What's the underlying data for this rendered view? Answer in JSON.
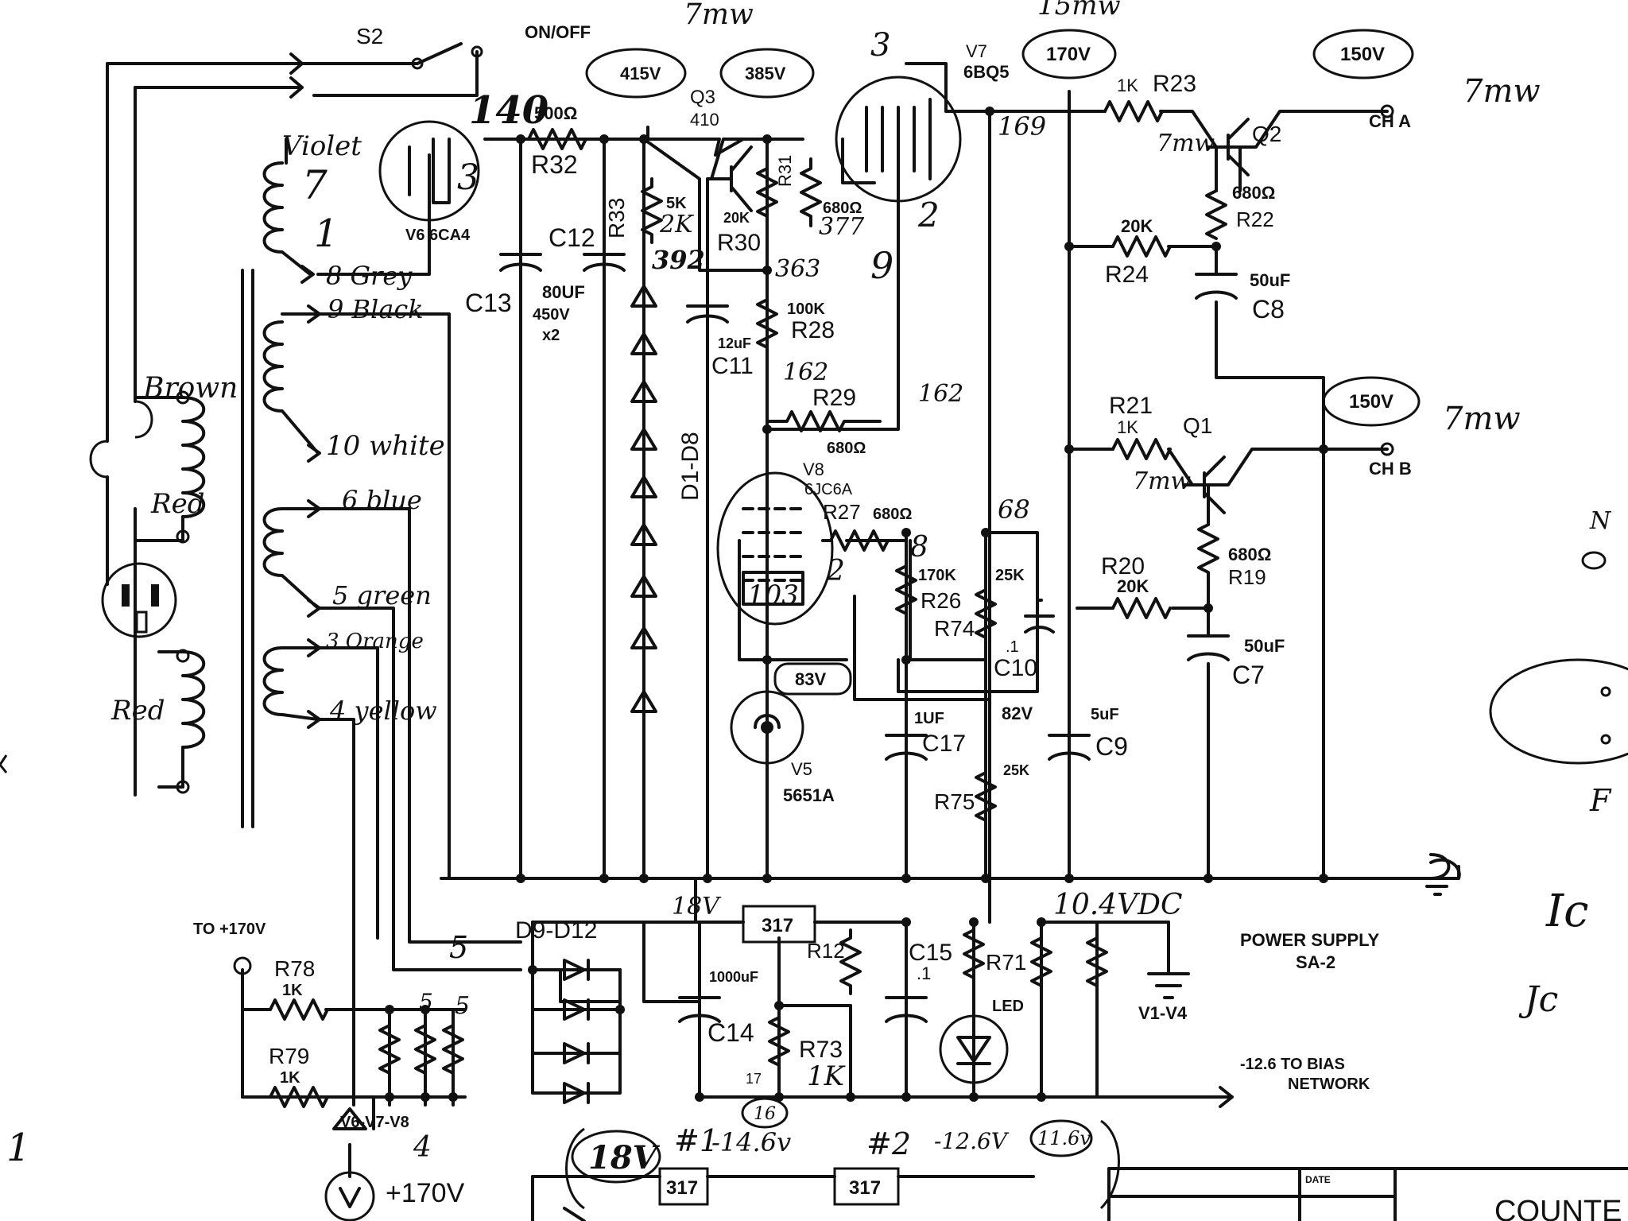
{
  "title_block": {
    "title": "COUNTE",
    "field_1": "",
    "field_2": "DATE"
  },
  "notes": {
    "power_supply": [
      "POWER SUPPLY",
      "SA-2"
    ],
    "to_170v": "TO +170V",
    "bias_network": [
      "-12.6 TO BIAS",
      "NETWORK"
    ],
    "v1_v4": "V1-V4",
    "v6_v8": "V6-V7-V8",
    "plus_170v": "+170V",
    "dc_10_4": "10.4VDC",
    "on_off": "ON/OFF",
    "ch_a": "CH A",
    "ch_b": "CH B"
  },
  "switch": {
    "label": "S2"
  },
  "voltage_bubbles": [
    {
      "id": "v415",
      "text": "415V"
    },
    {
      "id": "v385",
      "text": "385V"
    },
    {
      "id": "v170",
      "text": "170V"
    },
    {
      "id": "v150a",
      "text": "150V"
    },
    {
      "id": "v150b",
      "text": "150V"
    },
    {
      "id": "v83",
      "text": "83V"
    },
    {
      "id": "v18",
      "text": "18V"
    },
    {
      "id": "v11_6",
      "text": "11.6v"
    },
    {
      "id": "v16",
      "text": "16"
    }
  ],
  "tubes": {
    "v6": {
      "label": "V6 6CA4",
      "pin": "3"
    },
    "v7": {
      "label": "V7",
      "type": "6BQ5",
      "pin": "3"
    },
    "v8": {
      "label": "V8",
      "type": "6JC6A"
    },
    "v5": {
      "label": "V5",
      "type": "5651A"
    }
  },
  "transistors": {
    "q3": {
      "label": "Q3",
      "type": "410"
    },
    "q2": {
      "label": "Q2"
    },
    "q1": {
      "label": "Q1"
    }
  },
  "resistors": {
    "r32": {
      "label": "R32",
      "value": "500Ω"
    },
    "r33": {
      "label": "R33",
      "value": "5K"
    },
    "r30": {
      "label": "R30",
      "value": "20K"
    },
    "r31": {
      "label": "R31",
      "value": "680Ω"
    },
    "r28": {
      "label": "R28",
      "value": "100K"
    },
    "r29": {
      "label": "R29",
      "value": "680Ω"
    },
    "r27": {
      "label": "R27",
      "value": "680Ω"
    },
    "r26": {
      "label": "R26",
      "value": "170K"
    },
    "r74": {
      "label": "R74",
      "value": "25K"
    },
    "r75": {
      "label": "R75",
      "value": "25K"
    },
    "r23": {
      "label": "R23",
      "value": "1K"
    },
    "r22": {
      "label": "R22",
      "value": "680Ω"
    },
    "r24": {
      "label": "R24",
      "value": "20K"
    },
    "r21": {
      "label": "R21",
      "value": "1K"
    },
    "r20": {
      "label": "R20",
      "value": "20K"
    },
    "r19": {
      "label": "R19",
      "value": "680Ω"
    },
    "r78": {
      "label": "R78",
      "value": "1K"
    },
    "r79": {
      "label": "R79",
      "value": "1K"
    },
    "r12": {
      "label": "R12"
    },
    "r73": {
      "label": "R73",
      "value": "1K"
    },
    "r71": {
      "label": "R71"
    }
  },
  "capacitors": {
    "c13": {
      "label": "C13"
    },
    "c12": {
      "label": "C12",
      "value": "80UF",
      "rating": "450V",
      "count": "x2"
    },
    "c11": {
      "label": "C11",
      "value": "12uF"
    },
    "c8": {
      "label": "C8",
      "value": "50uF"
    },
    "c7": {
      "label": "C7",
      "value": "50uF"
    },
    "c10": {
      "label": "C10",
      "value": ".1"
    },
    "c17": {
      "label": "C17",
      "value": "1UF"
    },
    "c9": {
      "label": "C9",
      "value": "5uF"
    },
    "c14": {
      "label": "C14",
      "value": "1000uF"
    },
    "c15": {
      "label": "C15",
      "value": ".1"
    }
  },
  "diodes": {
    "d1_d8": "D1-D8",
    "d9_d12": "D9-D12",
    "led": "LED"
  },
  "regulators": {
    "u1": "317",
    "u2": "317",
    "u3": "317"
  },
  "node_voltages": {
    "n162a": "162",
    "n162b": "162",
    "n363": "363",
    "n169": "169",
    "n82v": "82V",
    "n18v": "18V",
    "n17": "17"
  },
  "handwriting": {
    "violet": "Violet",
    "brown": "Brown",
    "red1": "Red",
    "red2": "Red",
    "pin7": "7",
    "pin1": "1",
    "num140": "140",
    "grey": "8 Grey",
    "black": "9 Black",
    "white": "10 white",
    "blue": "6 blue",
    "green": "5 green",
    "orange": "3 Orange",
    "yellow": "4 yellow",
    "p2a": "2",
    "p9": "9",
    "p8": "8",
    "p2b": "2",
    "p103": "103",
    "p392": "392",
    "p2k": "2K",
    "p377": "377",
    "p68": "68",
    "mw1": "7mw",
    "mw2": "7mw",
    "mw3": "7mw",
    "mw4": "7mw",
    "num5a": "5",
    "num5b": "5",
    "num5c": "5",
    "num4": "4",
    "u1": "#1",
    "u2": "#2",
    "v146": "-14.6v",
    "v126": "-12.6V",
    "top_mw": "7mw",
    "top_num": "15mw",
    "side_n": "N",
    "side_f": "F",
    "side_ic1": "Ic",
    "side_ic2": "Jc",
    "left_1": "1"
  }
}
